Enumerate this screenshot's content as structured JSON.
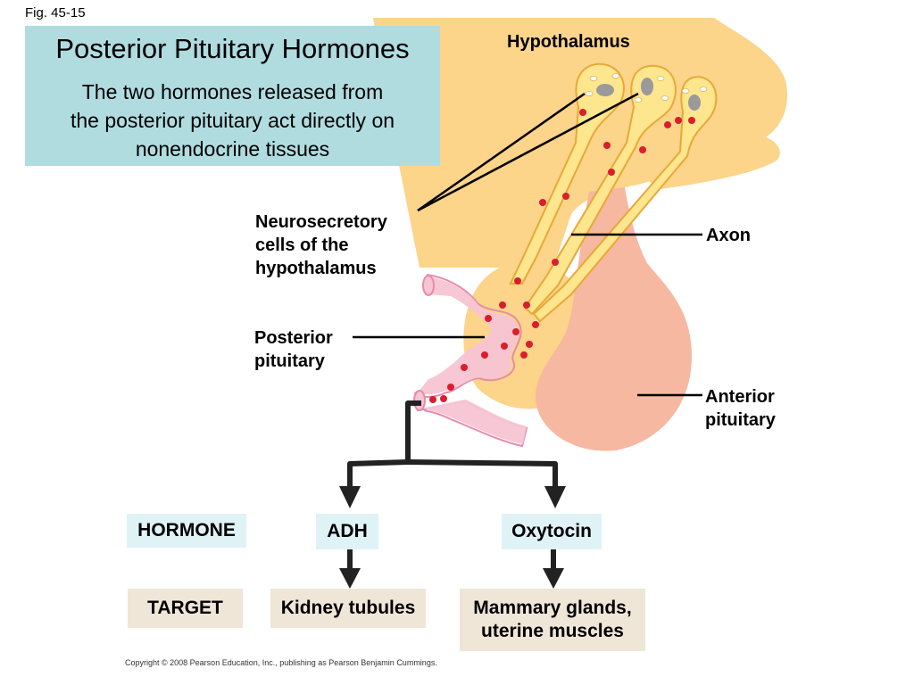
{
  "figure_label": "Fig. 45-15",
  "title": "Posterior Pituitary Hormones",
  "subtitle": "The two hormones released from\nthe posterior pituitary act directly on\nnonendocrine tissues",
  "labels": {
    "hypothalamus": "Hypothalamus",
    "neurosecretory": "Neurosecretory\ncells of the\nhypothalamus",
    "axon": "Axon",
    "posterior_pituitary": "Posterior\npituitary",
    "anterior_pituitary": "Anterior\npituitary"
  },
  "table": {
    "hormone_header": "HORMONE",
    "target_header": "TARGET",
    "hormones": [
      "ADH",
      "Oxytocin"
    ],
    "targets": [
      "Kidney tubules",
      "Mammary glands,\nuterine muscles"
    ]
  },
  "copyright": "Copyright © 2008 Pearson Education, Inc., publishing as Pearson Benjamin Cummings.",
  "colors": {
    "hypothalamus_fill": "#fcd48a",
    "neuron_fill": "#fde68d",
    "anterior_fill": "#f6b8a0",
    "vessel_fill": "#f7c4d4",
    "hormone_dot": "#d91e2e",
    "title_box": "#b0dce0"
  }
}
